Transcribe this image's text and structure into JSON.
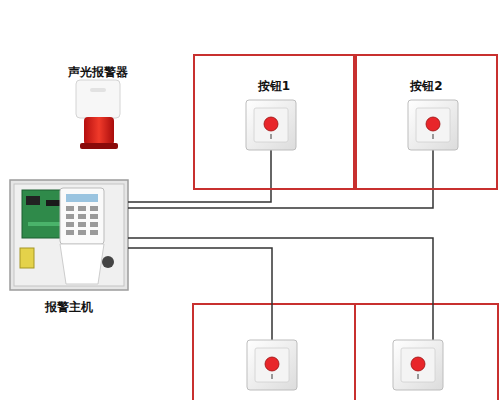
{
  "diagram": {
    "nodes": [
      {
        "text": [
          "声光报警器"
        ]
      },
      {
        "text": [
          "按钮1"
        ]
      },
      {
        "text": [
          "按钮2"
        ]
      },
      {
        "text": [
          "报警主机"
        ]
      }
    ],
    "edges": [
      {
        "from": 3,
        "to": 1,
        "arrow": "none"
      },
      {
        "from": 3,
        "to": 2,
        "arrow": "none"
      }
    ]
  }
}
